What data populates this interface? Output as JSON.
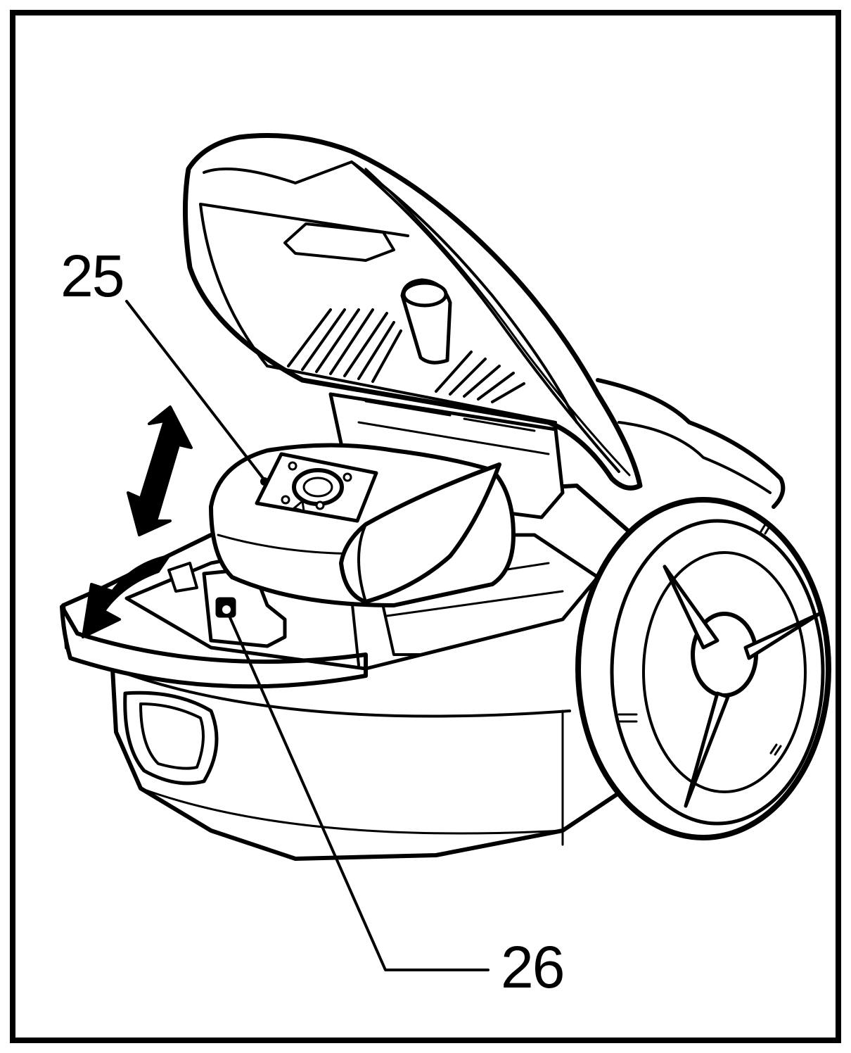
{
  "figure": {
    "callouts": [
      {
        "id": "25",
        "label": "25"
      },
      {
        "id": "26",
        "label": "26"
      }
    ]
  },
  "colors": {
    "line": "#000000",
    "background": "#ffffff"
  }
}
